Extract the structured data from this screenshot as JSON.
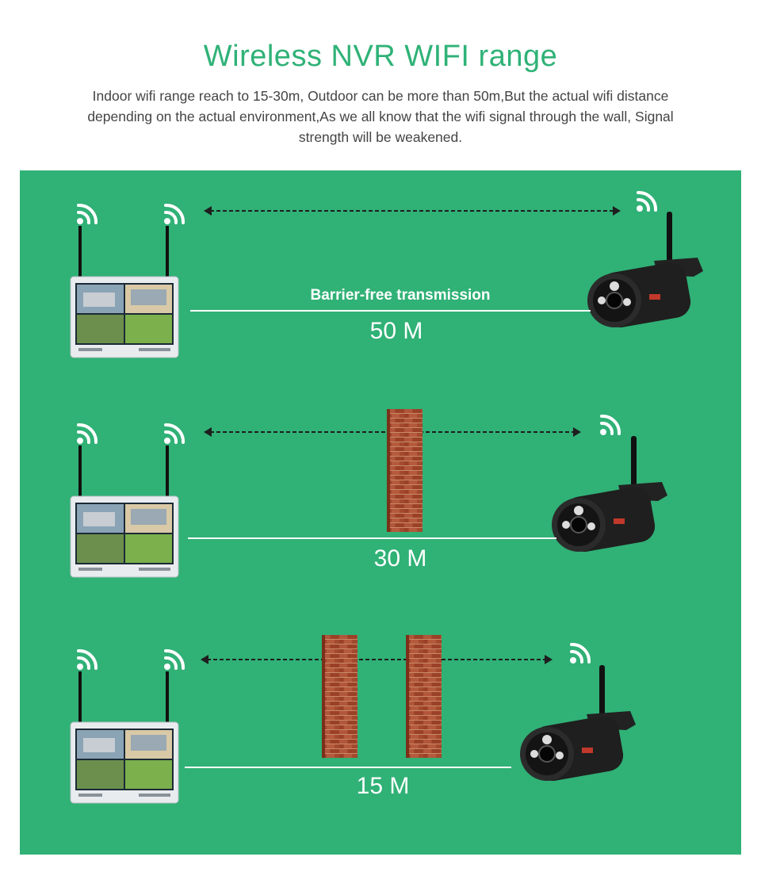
{
  "header": {
    "title": "Wireless NVR WIFI range",
    "description": "Indoor wifi range reach to 15-30m, Outdoor can be more than 50m,But the actual wifi distance depending on the actual environment,As we all know that the wifi signal through the wall, Signal strength will be weakened."
  },
  "scenarios": [
    {
      "subtitle": "Barrier-free transmission",
      "distance": "50 M",
      "walls": 0
    },
    {
      "subtitle": "",
      "distance": "30 M",
      "walls": 1
    },
    {
      "subtitle": "",
      "distance": "15 M",
      "walls": 2
    }
  ],
  "colors": {
    "panel": "#30b176",
    "title": "#2fb277",
    "brick": "#a5492d",
    "camera": "#1f1f1f"
  }
}
